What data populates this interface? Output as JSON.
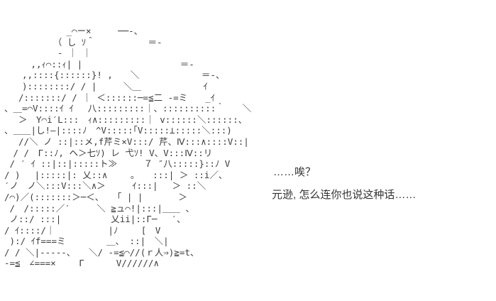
{
  "scene": {
    "background_color": "#ffffff",
    "art_color": "#3a3a3a",
    "text_color": "#333333"
  },
  "ascii_art": {
    "description": "ascii-art-character-portrait",
    "lines": [
      "　　　　　　　_⌒ー×　　　──-、",
      "　　　　　　（ し ｿ＾　　　　　　＝-",
      "　　　　　　- ｜ ｜",
      "　　　,,ｨ⌒::ｨ| |　　　　　　　　　　　＝-",
      "　　,,::::{::::::}! ,　　＼　　　　　　　＝-、",
      "　　)::::::::/ / |　　　＼＿　　　　　　　ｲ",
      "　 /:::::::/ / ｜ ＜::::::─=≦二 -=ミ　　_ｲ",
      "、＿=⌒V::::ｲ ｲ　 八:::::::::｜、::::::::::｀　　＼",
      "　 ＞　Y⌒i′L:::　ｨ∧:::::::::｜ v::::::＼::::::、",
      "、＿＿|し!―|::::ﾉ　^V:::::｢V:::::⊥:::::＼:::)",
      "　 //＼ ノ ::|::メ,f芹ミ×V:::/ 芹、Ⅳ:::∧::::V::|",
      "　/ /　Γ::ﾉ, ヘ＞七ｿ) レ 弋ｿ! V、V:::Ⅳ::リ",
      " / ′ ｲ ::|::|:::::ト≫　　　７ ″八:::::}::ﾉ V",
      "/ )　 |:::::|: 乂::∧　　 。　　:::| ＞ ::i／、",
      "′ノ　ノ＼:::V:::＼∧＞　　　ｲ:::|　 ＞ ::＼",
      "/⌒)／(:::::::＞─＜、　　「 | |　　　　＞",
      " /　/:::::／′　　　＼ ≧ュ⌒!|:::|＿＿ 、",
      " ノ::/ :::|　　　　　 乂ii|::Γ─　 ′、",
      "/ ｲ::::/｜　　　　　　|ﾉ　　 [　V",
      " ):/ ｲf===ミ　　　　 ＿、 ::|　＼|",
      "/ / ＼|-----、　　＼/ -=≦⌒//(ｒ人⇒)≧=t、",
      "-=≦　∠===×　　 Γ　　　 V//////∧"
    ]
  },
  "dialogue": {
    "line1": "……唉？",
    "line2": "元逊, 怎么连你也说这种话……"
  }
}
